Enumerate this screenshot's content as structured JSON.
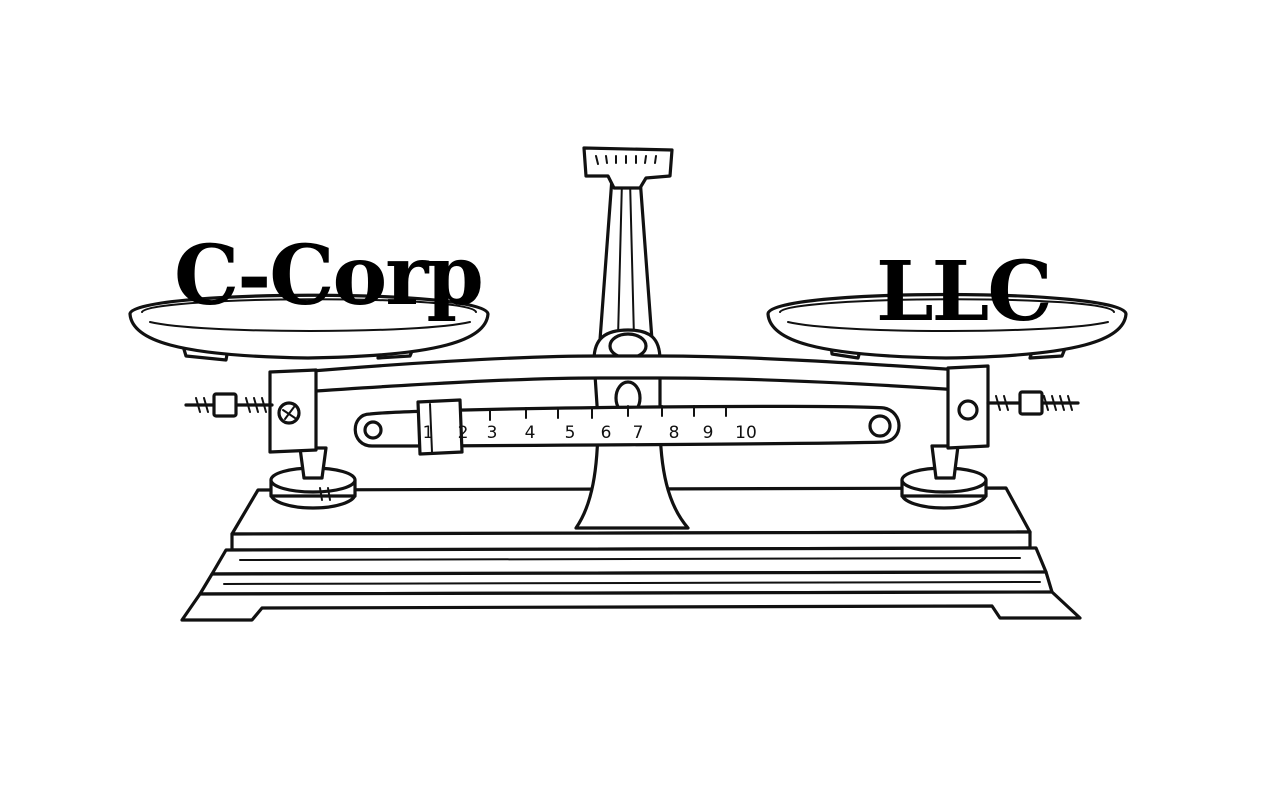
{
  "labels": {
    "left_pan": "C-Corp",
    "right_pan": "LLC"
  },
  "scale_numbers": [
    "1",
    "2",
    "3",
    "4",
    "5",
    "6",
    "7",
    "8",
    "9",
    "10"
  ],
  "colors": {
    "ink": "#111111",
    "background": "#ffffff"
  }
}
